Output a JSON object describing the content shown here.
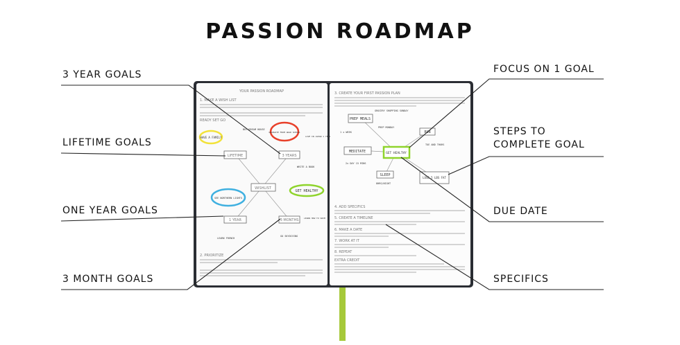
{
  "title": "PASSION ROADMAP",
  "labels_left": [
    "3 YEAR GOALS",
    "LIFETIME GOALS",
    "ONE YEAR GOALS",
    "3 MONTH GOALS"
  ],
  "labels_right": {
    "focus": "FOCUS ON 1 GOAL",
    "steps_1": "STEPS TO",
    "steps_2": "COMPLETE GOAL",
    "due": "DUE DATE",
    "specifics": "SPECIFICS"
  },
  "left_page": {
    "heading": "YOUR PASSION ROADMAP",
    "section1": "1. MAKE A WISH LIST",
    "ready": "READY SET GO",
    "section2": "2. PRIORITIZE",
    "boxes": {
      "lifetime": "LIFETIME",
      "three_years": "3 YEARS",
      "wishlist": "WISHLIST",
      "one_year": "1 YEAR",
      "three_months": "3 MONTHS"
    },
    "notes": {
      "family": "HAVE A FAMILY",
      "grad": "GRADUATE FROM GRAD SCHOOL",
      "lights": "SEE NORTHERN LIGHTS",
      "healthy": "GET HEALTHY",
      "dream_house": "BUY DREAM HOUSE",
      "japan": "LIVE IN JAPAN 1 YEAR",
      "book": "WRITE A BOOK",
      "french": "LEARN FRENCH",
      "swim": "LEARN HOW TO SWIM",
      "skydiving": "GO SKYDIVING"
    }
  },
  "right_page": {
    "section3": "3. CREATE YOUR FIRST PASSION PLAN",
    "section4": "4. ADD SPECIFICS",
    "section5": "5. CREATE A TIMELINE",
    "section6": "6. MAKE A DATE",
    "section7": "7. WORK AT IT",
    "section8": "8. REPEAT",
    "extra": "EXTRA CREDIT",
    "boxes": {
      "prep": "PREP MEALS",
      "meditate": "MEDITATE",
      "goal": "GET HEALTHY",
      "sleep": "SLEEP",
      "run": "RUN",
      "lose": "LOSE 5 LBS FAT"
    },
    "notes": {
      "grocery": "GROCERY SHOPPING SUNDAY",
      "prep_monday": "PREP MONDAY",
      "week": "1 x WEEK",
      "twice": "2x DAY 15 MINS",
      "hours": "8HRS/NIGHT",
      "tue": "TUE AND THURS"
    }
  },
  "colors": {
    "circle_yellow": "#f2e23a",
    "circle_red": "#e8402a",
    "circle_blue": "#3fb0e0",
    "circle_green": "#8fd42c",
    "ribbon": "#a6c93a",
    "cover": "#2a2d33"
  }
}
